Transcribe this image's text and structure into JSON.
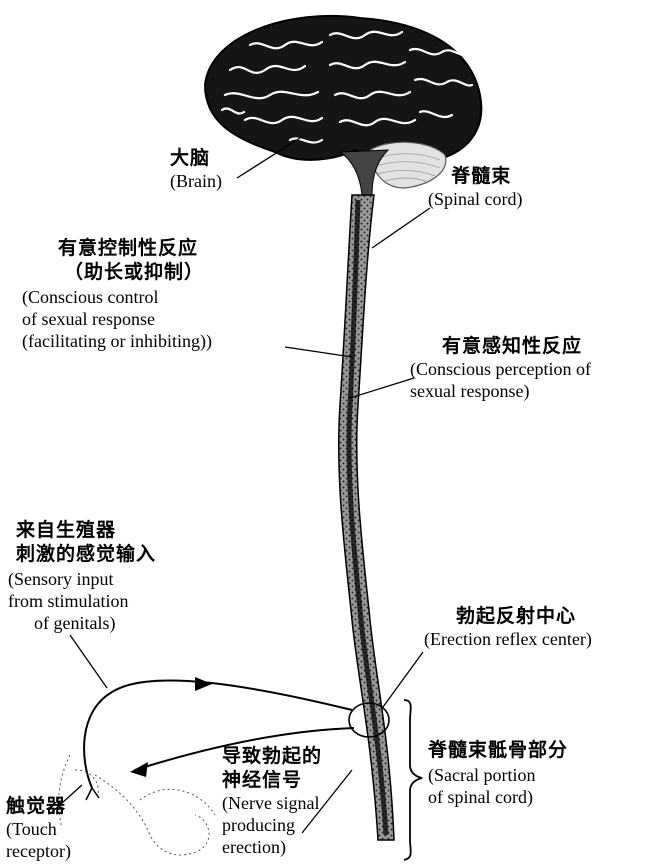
{
  "labels": {
    "brain": {
      "zh": "大脑",
      "en": "(Brain)"
    },
    "spinal_cord": {
      "zh": "脊髓束",
      "en": "(Spinal cord)"
    },
    "conscious_control": {
      "zh": [
        "有意控制性反应",
        "（助长或抑制）"
      ],
      "en": [
        "(Conscious control",
        "of sexual response",
        "(facilitating or inhibiting))"
      ]
    },
    "conscious_perception": {
      "zh": "有意感知性反应",
      "en": [
        "(Conscious perception of",
        "sexual response)"
      ]
    },
    "sensory_input": {
      "zh": [
        "来自生殖器",
        "刺激的感觉输入"
      ],
      "en": [
        "(Sensory input",
        "from stimulation",
        "of genitals)"
      ]
    },
    "erection_reflex": {
      "zh": "勃起反射中心",
      "en": "(Erection reflex center)"
    },
    "sacral_portion": {
      "zh": "脊髓束骶骨部分",
      "en": [
        "(Sacral portion",
        "of spinal cord)"
      ]
    },
    "nerve_signal": {
      "zh": [
        "导致勃起的",
        "神经信号"
      ],
      "en": [
        "(Nerve signal",
        "producing",
        "erection)"
      ]
    },
    "touch_receptor": {
      "zh": "触觉器",
      "en": [
        "(Touch",
        "receptor)"
      ]
    }
  }
}
